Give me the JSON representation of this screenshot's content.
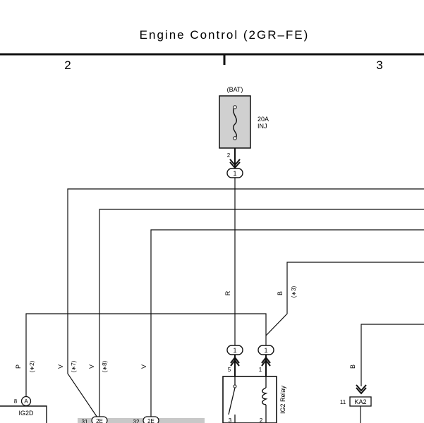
{
  "title": "Engine Control (2GR–FE)",
  "columns": {
    "left": "2",
    "right": "3"
  },
  "fuse": {
    "source": "(BAT)",
    "rating": "20A",
    "name": "INJ",
    "pin": "2"
  },
  "connectors": {
    "c1_top": "1",
    "c1_r": "1",
    "c1_b": "1",
    "a_mark": "A",
    "a_pin": "8",
    "a_name": "IG2D",
    "ka2_pin": "11",
    "ka2_name": "KA2",
    "b31_pin": "31",
    "b31_id": "2E",
    "b32_pin": "32",
    "b32_id": "2E"
  },
  "relay": {
    "name": "IG2 Relay",
    "pin5": "5",
    "pin1": "1",
    "pin3": "3",
    "pin2": "2"
  },
  "wires": {
    "r": "R",
    "b1": "B",
    "b1_note": "(∗3)",
    "p": "P",
    "p_note": "(∗2)",
    "v1": "V",
    "v1_note": "(∗7)",
    "v2": "V",
    "v2_note": "(∗8)",
    "v3": "V",
    "b2": "B"
  },
  "colors": {
    "ink": "#111111",
    "fuse_fill": "#d0d0d0",
    "shade": "#c8c8c8"
  }
}
